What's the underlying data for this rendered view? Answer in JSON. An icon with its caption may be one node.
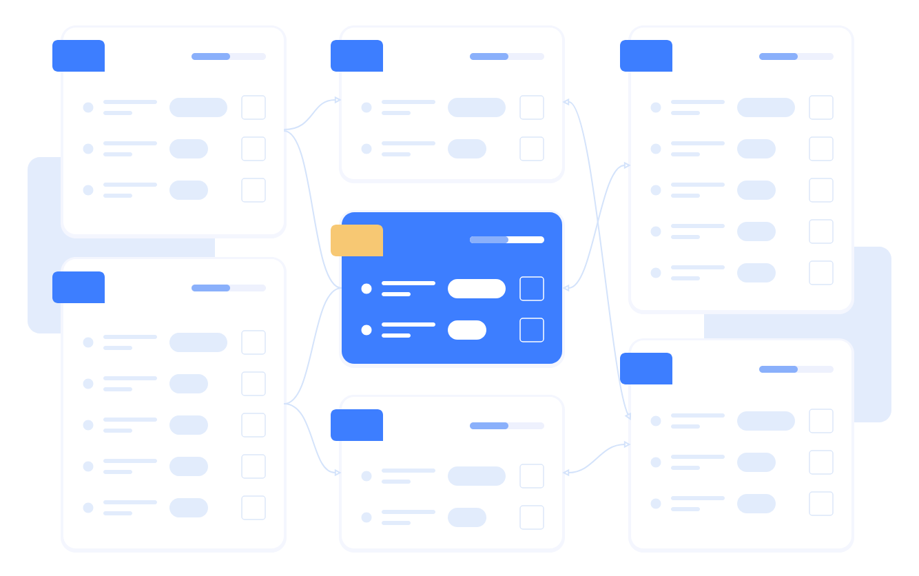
{
  "diagram": {
    "nodes": [
      {
        "text": [],
        "shape": "box"
      },
      {
        "text": [],
        "shape": "box"
      },
      {
        "text": [],
        "shape": "box"
      },
      {
        "text": [],
        "shape": "box"
      },
      {
        "text": [],
        "shape": "box"
      },
      {
        "text": [],
        "shape": "box"
      },
      {
        "text": [],
        "shape": "box"
      }
    ],
    "edges": [
      {
        "from": 0,
        "to": 2,
        "arrow": "to"
      },
      {
        "from": 0,
        "to": 3,
        "arrow": "none"
      },
      {
        "from": 1,
        "to": 3,
        "arrow": "none"
      },
      {
        "from": 1,
        "to": 4,
        "arrow": "to"
      },
      {
        "from": 2,
        "to": 6,
        "arrow": "both"
      },
      {
        "from": 3,
        "to": 5,
        "arrow": "both"
      },
      {
        "from": 4,
        "to": 6,
        "arrow": "both"
      }
    ]
  }
}
